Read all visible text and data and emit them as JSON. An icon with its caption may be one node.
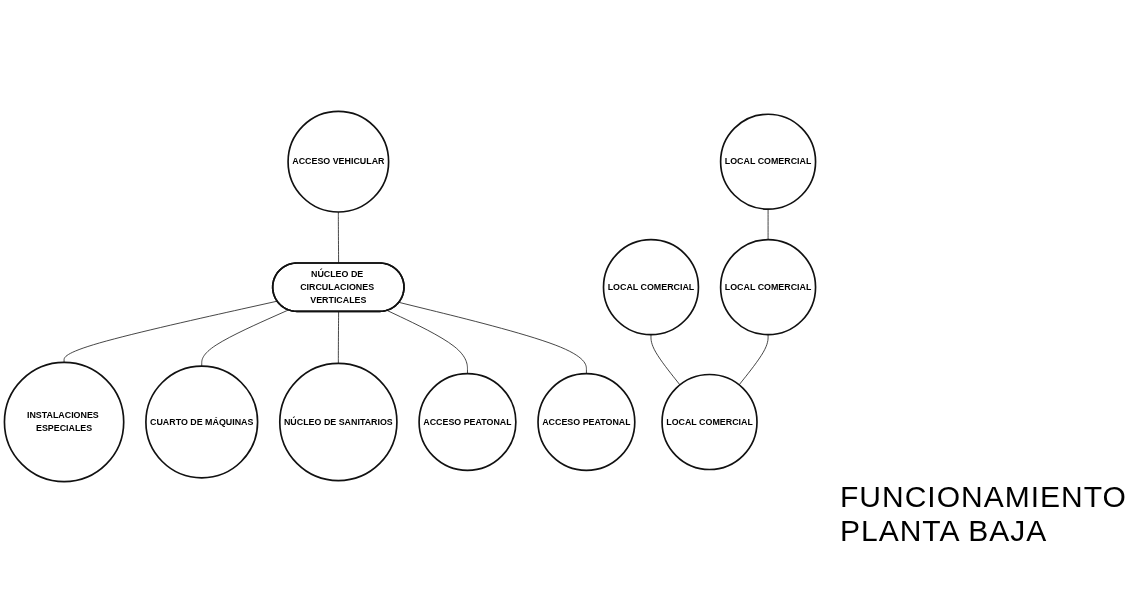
{
  "diagram": {
    "title": "FUNCIONAMIENTO PLANTA BAJA",
    "nodes": [
      {
        "text": [
          "INSTALACIONES ESPECIALES"
        ]
      },
      {
        "text": [
          "CUARTO DE MÁQUINAS"
        ]
      },
      {
        "text": [
          "NÚCLEO DE SANITARIOS"
        ]
      },
      {
        "text": [
          "LOCAL COMERCIAL"
        ]
      },
      {
        "text": [
          "ACCESO VEHICULAR"
        ]
      },
      {
        "text": [
          "NÚCLEO DE CIRCULACIONES VERTICALES"
        ]
      },
      {
        "text": [
          "ACCESO PEATONAL"
        ]
      },
      {
        "text": [
          "LOCAL COMERCIAL"
        ]
      },
      {
        "text": [
          "LOCAL COMERCIAL"
        ]
      },
      {
        "text": [
          "LOCAL COMERCIAL"
        ]
      },
      {
        "text": [
          "ACCESO PEATONAL"
        ]
      }
    ],
    "edges": [
      {
        "from": 5,
        "to": 0,
        "arrow": "none"
      },
      {
        "from": 5,
        "to": 1,
        "arrow": "none"
      },
      {
        "from": 5,
        "to": 2,
        "arrow": "none"
      },
      {
        "from": 4,
        "to": 5,
        "arrow": "none"
      },
      {
        "from": 5,
        "to": 6,
        "arrow": "none"
      },
      {
        "from": 3,
        "to": 9,
        "arrow": "none"
      },
      {
        "from": 5,
        "to": 10,
        "arrow": "none"
      },
      {
        "from": 7,
        "to": 8,
        "arrow": "none"
      },
      {
        "from": 8,
        "to": 9,
        "arrow": "none"
      }
    ]
  }
}
